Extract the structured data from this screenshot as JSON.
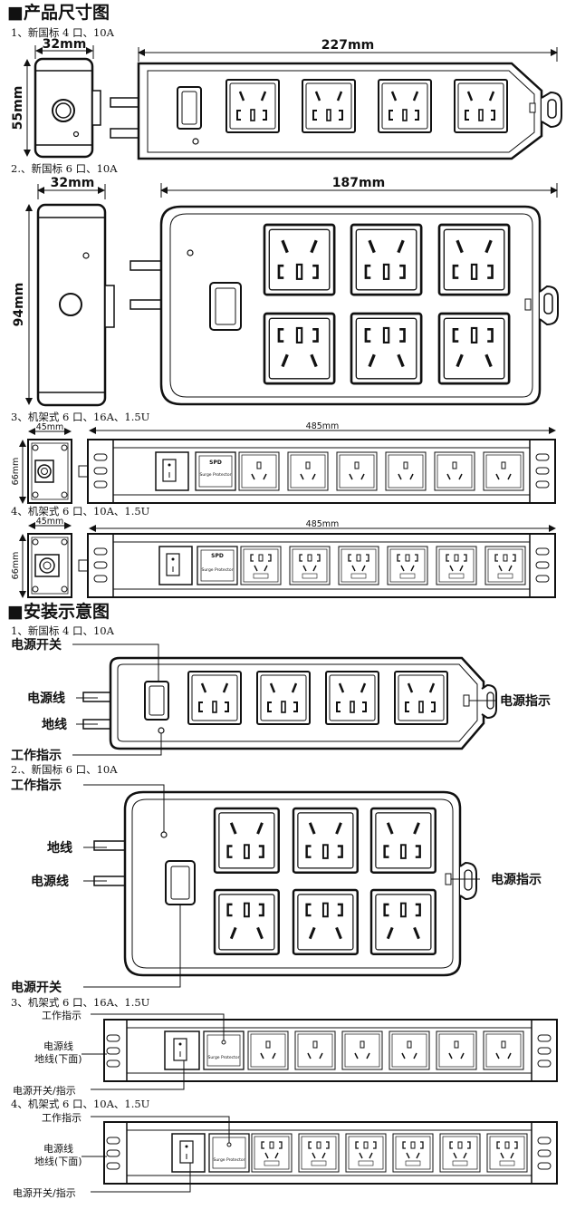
{
  "sections": {
    "dimensions_title": "■产品尺寸图",
    "install_title": "■安装示意图"
  },
  "products": {
    "p1": {
      "title": "1、新国标 4 口、10A",
      "width": "32mm",
      "length": "227mm",
      "height": "55mm"
    },
    "p2": {
      "title": "2.、新国标 6 口、10A",
      "width": "32mm",
      "length": "187mm",
      "height": "94mm"
    },
    "p3": {
      "title": "3、机架式 6 口、16A、1.5U",
      "width": "45mm",
      "length": "485mm",
      "height": "66mm",
      "spd": "SPD",
      "spd_sub": "Surge Protector"
    },
    "p4": {
      "title": "4、机架式 6 口、10A、1.5U",
      "width": "45mm",
      "length": "485mm",
      "height": "66mm",
      "spd": "SPD",
      "spd_sub": "Surge Protector"
    }
  },
  "install": {
    "i1": {
      "title": "1、新国标 4 口、10A"
    },
    "i2": {
      "title": "2.、新国标 6 口、10A"
    },
    "i3": {
      "title": "3、机架式 6 口、16A、1.5U"
    },
    "i4": {
      "title": "4、机架式 6 口、10A、1.5U"
    }
  },
  "labels": {
    "power_switch": "电源开关",
    "power_cord": "电源线",
    "ground_wire": "地线",
    "work_indicator": "工作指示",
    "power_indicator": "电源指示",
    "ground_below": "地线(下面)",
    "switch_indicator": "电源开关/指示"
  }
}
